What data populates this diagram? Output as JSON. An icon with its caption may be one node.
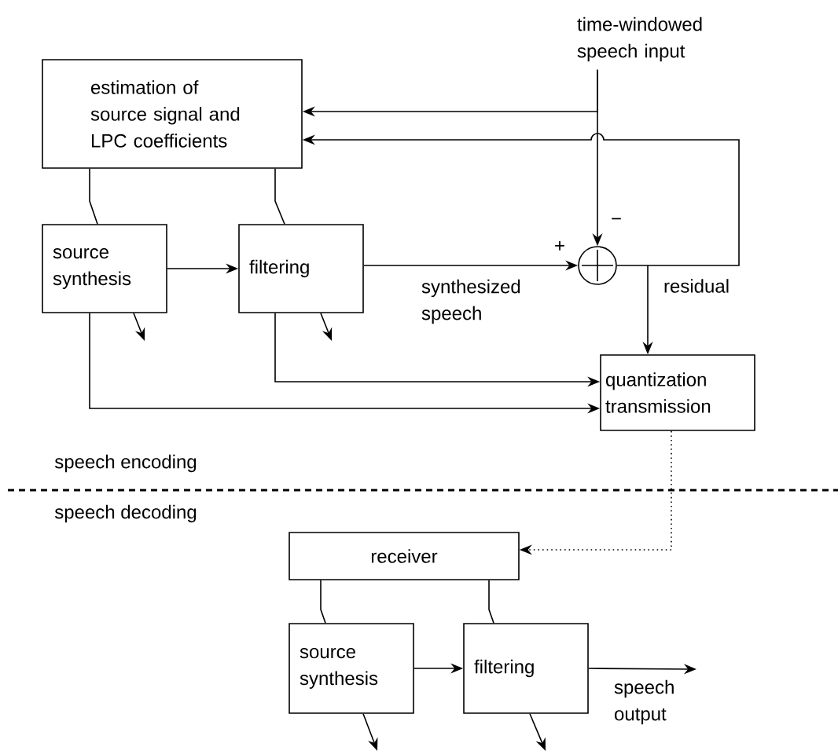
{
  "diagram": {
    "nodes": [
      {
        "text": [
          "time-windowed speech input"
        ]
      },
      {
        "text": [
          "estimation of source signal and LPC coefficients"
        ]
      },
      {
        "text": [
          "source synthesis"
        ]
      },
      {
        "text": [
          "filtering"
        ]
      },
      {
        "text": [],
        "shape": "circle"
      },
      {
        "text": [
          "quantization transmission"
        ]
      },
      {
        "text": [
          "receiver"
        ]
      },
      {
        "text": [
          "source synthesis"
        ]
      },
      {
        "text": [
          "filtering"
        ]
      }
    ],
    "edges": [
      {
        "from": 0,
        "to": 1,
        "arrow": "to"
      },
      {
        "from": 0,
        "to": 4,
        "arrow": "to"
      },
      {
        "from": 4,
        "to": 1,
        "arrow": "to"
      },
      {
        "from": 4,
        "to": 5,
        "arrow": "to",
        "label": "residual"
      },
      {
        "from": 1,
        "to": 2,
        "arrow": "none"
      },
      {
        "from": 1,
        "to": 3,
        "arrow": "none"
      },
      {
        "from": 2,
        "to": 3,
        "arrow": "to"
      },
      {
        "from": 3,
        "to": 4,
        "arrow": "to",
        "label": "synthesized speech"
      },
      {
        "from": 3,
        "to": 5,
        "arrow": "to"
      },
      {
        "from": 2,
        "to": 5,
        "arrow": "to"
      },
      {
        "from": 2,
        "to": null,
        "arrow": "to"
      },
      {
        "from": 3,
        "to": null,
        "arrow": "to"
      },
      {
        "from": 5,
        "to": 6,
        "arrow": "to",
        "style": "dashed"
      },
      {
        "from": 6,
        "to": 7,
        "arrow": "none"
      },
      {
        "from": 6,
        "to": 8,
        "arrow": "none"
      },
      {
        "from": 7,
        "to": 8,
        "arrow": "to"
      },
      {
        "from": 7,
        "to": null,
        "arrow": "to"
      },
      {
        "from": 8,
        "to": null,
        "arrow": "to",
        "label": "speech output"
      },
      {
        "from": 8,
        "to": null,
        "arrow": "to"
      }
    ],
    "labels": [
      "+",
      "−",
      "speech encoding",
      "speech decoding"
    ]
  }
}
